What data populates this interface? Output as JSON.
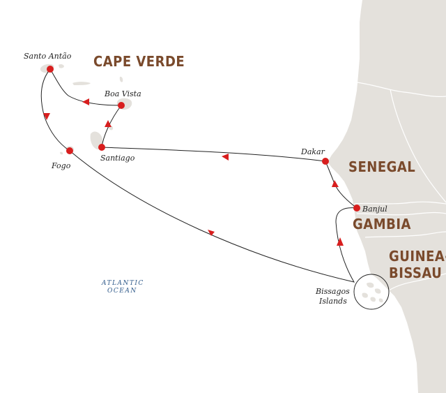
{
  "colors": {
    "land": "#e4e1dc",
    "country_label": "#7a4a2c",
    "route": "#222222",
    "stop": "#d81e1e",
    "ocean_label": "#2f5a8a"
  },
  "countries": {
    "cape_verde": "CAPE VERDE",
    "senegal": "SENEGAL",
    "gambia": "GAMBIA",
    "guinea_bissau_line1": "GUINEA-",
    "guinea_bissau_line2": "BISSAU"
  },
  "places": {
    "santo_antao": "Santo Antão",
    "boa_vista": "Boa Vista",
    "santiago": "Santiago",
    "fogo": "Fogo",
    "dakar": "Dakar",
    "banjul": "Banjul",
    "bissagos_line1": "Bissagos",
    "bissagos_line2": "Islands"
  },
  "ocean": {
    "line1": "ATLANTIC",
    "line2": "OCEAN"
  }
}
